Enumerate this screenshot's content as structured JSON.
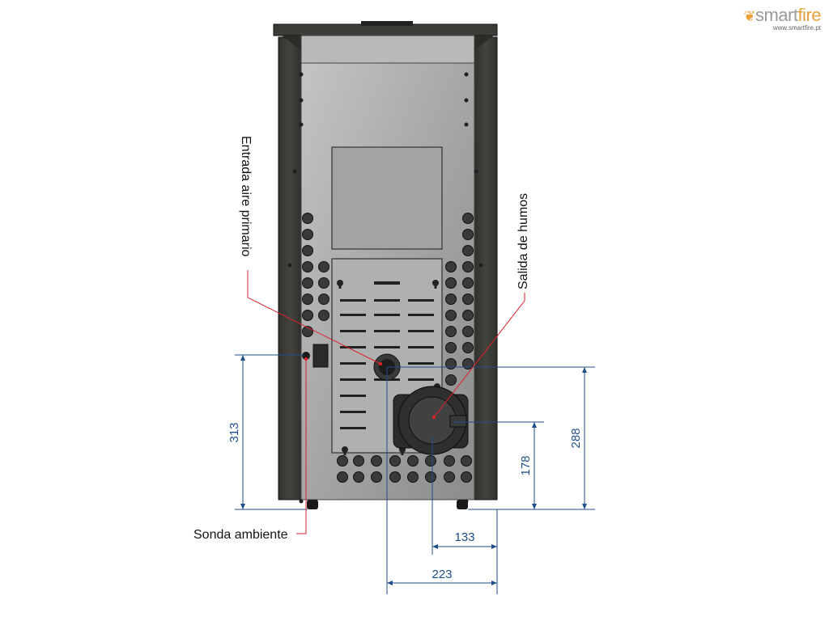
{
  "brand": {
    "name_part1": "smart",
    "name_part2": "fire",
    "url": "www.smartfire.pt",
    "accent_color": "#e8a13a"
  },
  "labels": {
    "primary_air": "Entrada aire primario",
    "flue_outlet": "Salida de humos",
    "room_probe": "Sonda ambiente"
  },
  "dimensions": {
    "probe_height": "313",
    "air_inlet_height": "288",
    "flue_height": "178",
    "flue_offset": "133",
    "air_inlet_offset": "223"
  },
  "colors": {
    "dimension_line": "#1e4f8c",
    "leader_line": "#e0202a",
    "frame": "#3d3d3a",
    "panel": "#a9a9a9"
  }
}
